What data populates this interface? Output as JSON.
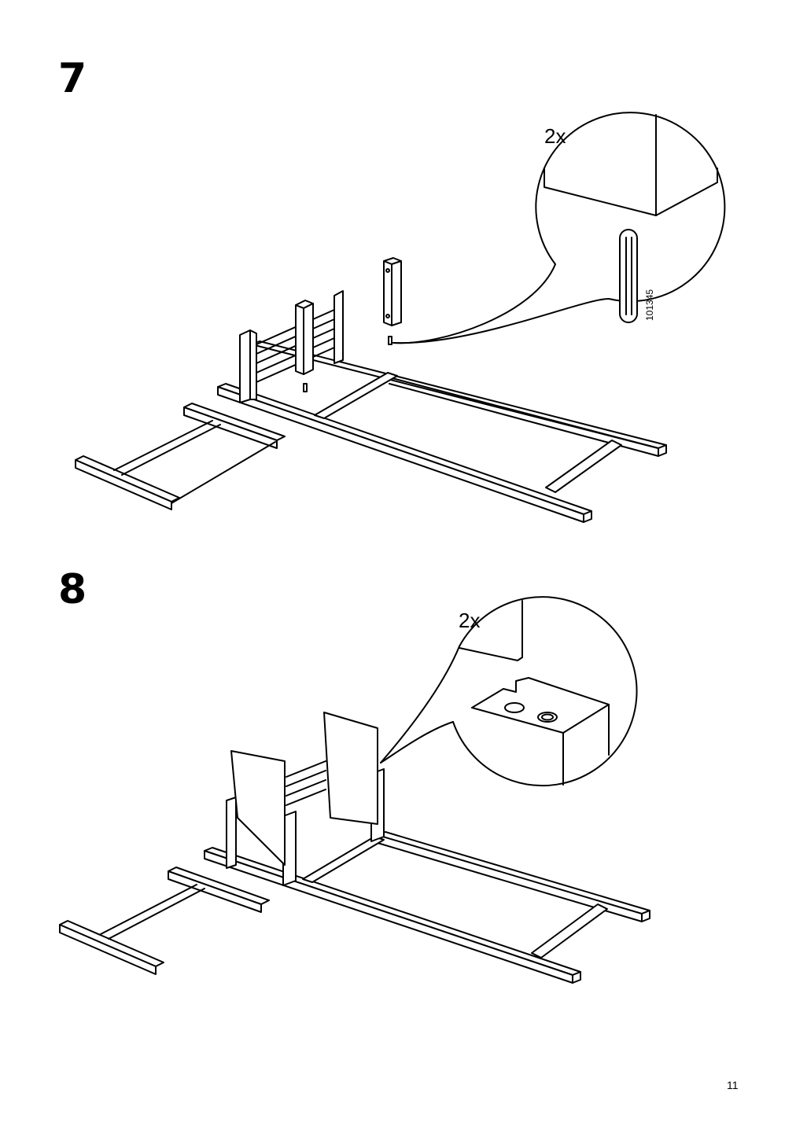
{
  "steps": [
    {
      "number": "7",
      "detail_quantity": "2x",
      "part_number": "101345"
    },
    {
      "number": "8",
      "detail_quantity": "2x"
    }
  ],
  "page": {
    "number": "11"
  }
}
